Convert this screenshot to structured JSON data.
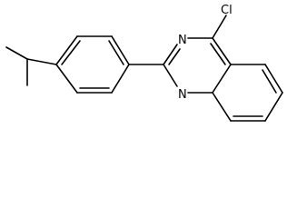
{
  "molecule": {
    "atoms": {
      "chlorine": "Cl",
      "nitrogen_top": "N",
      "nitrogen_bottom": "N"
    },
    "colors": {
      "bond": "#000000",
      "label": "#000000",
      "background": "#ffffff"
    }
  }
}
